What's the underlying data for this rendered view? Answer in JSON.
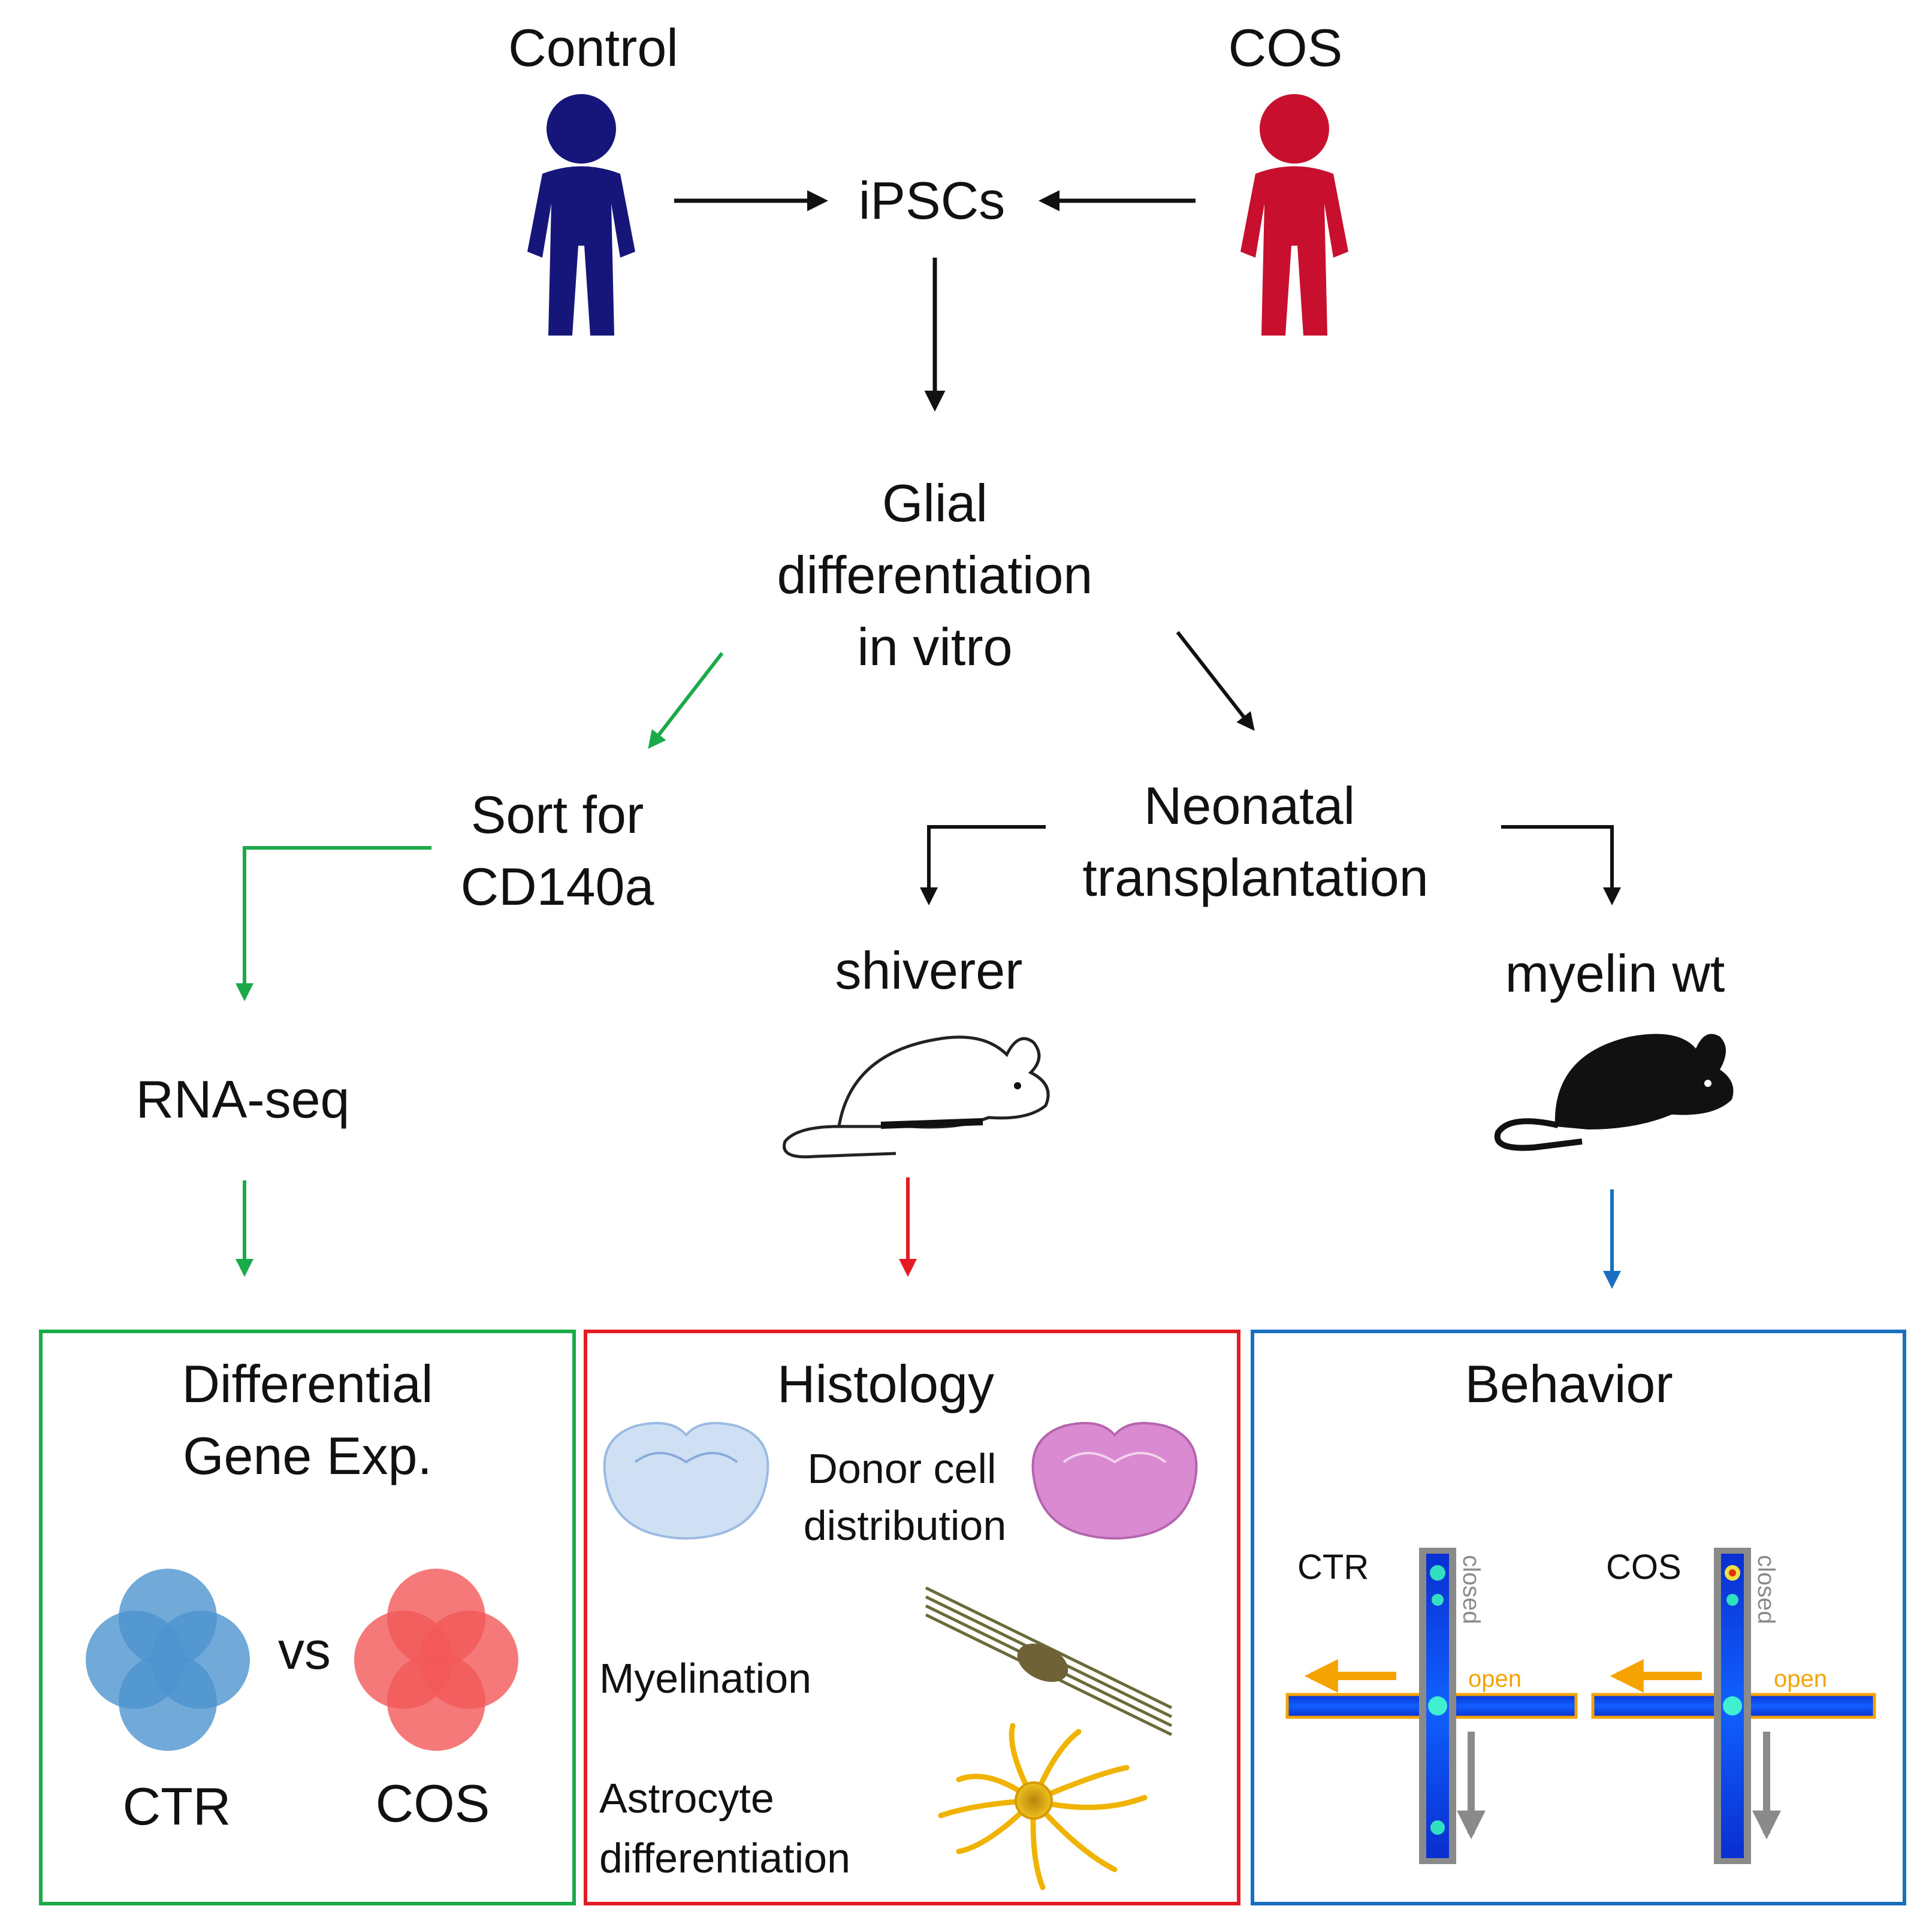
{
  "labels": {
    "control": "Control",
    "cos": "COS",
    "ipscs": "iPSCs",
    "glial_1": "Glial",
    "glial_2": "differentiation",
    "glial_3": "in vitro",
    "sort_1": "Sort for",
    "sort_2": "CD140a",
    "neonatal_1": "Neonatal",
    "neonatal_2": "transplantation",
    "shiverer": "shiverer",
    "myelin_wt": "myelin wt",
    "rnaseq": "RNA-seq"
  },
  "panels": {
    "gene": {
      "title_1": "Differential",
      "title_2": "Gene Exp.",
      "vs": "vs",
      "ctr": "CTR",
      "cos": "COS",
      "color": "#1aaa4a"
    },
    "histology": {
      "title": "Histology",
      "donor_1": "Donor cell",
      "donor_2": "distribution",
      "myelination": "Myelination",
      "astro_1": "Astrocyte",
      "astro_2": "differentiation",
      "color": "#e31b23"
    },
    "behavior": {
      "title": "Behavior",
      "ctr": "CTR",
      "cos": "COS",
      "closed": "closed",
      "open": "open",
      "color": "#1a6fc0"
    }
  },
  "colors": {
    "control_figure": "#15157a",
    "cos_figure": "#c8102e",
    "green_arrow": "#1aaa4a",
    "red_arrow": "#e31b23",
    "blue_arrow": "#1a6fc0",
    "ctr_circles": "#4e94cf",
    "cos_circles": "#f25757",
    "orange": "#f5a300"
  }
}
